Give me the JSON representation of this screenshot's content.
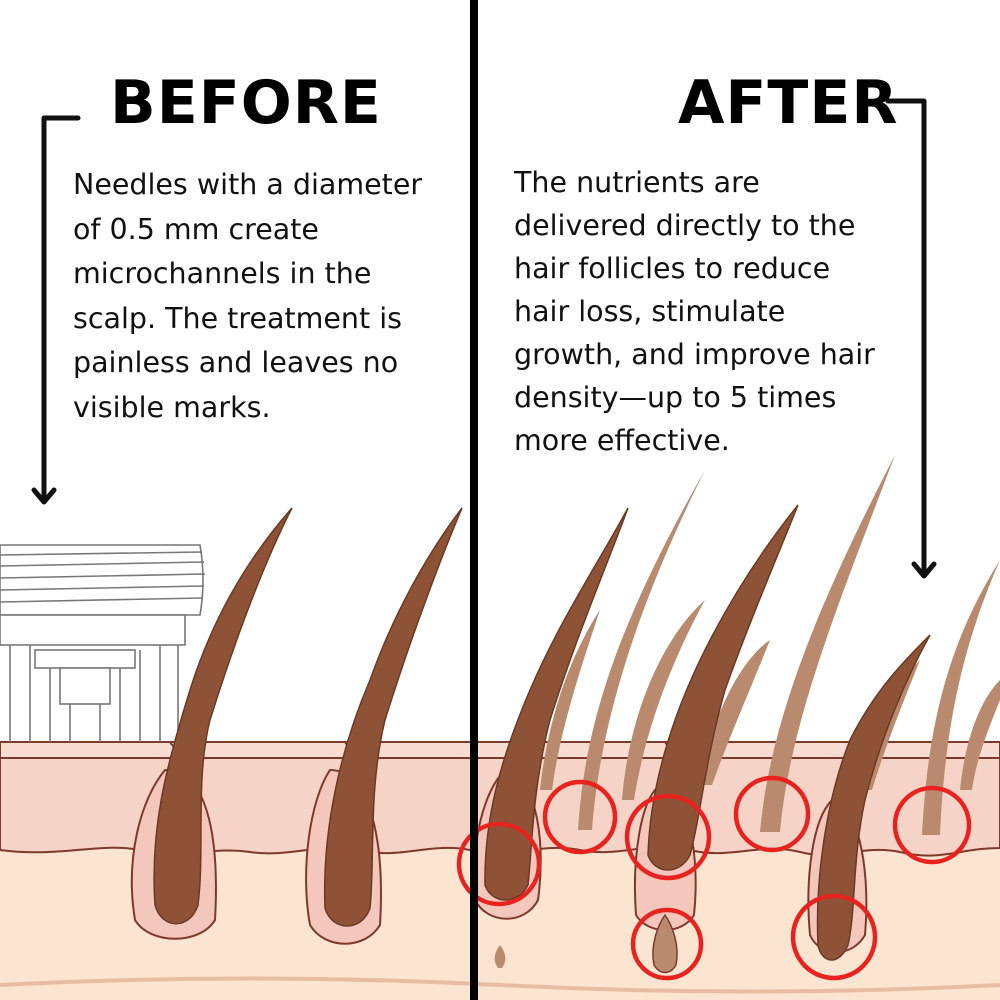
{
  "before": {
    "heading": "BEFORE",
    "lines": [
      "Needles with a diameter",
      "of 0.5 mm create",
      "microchannels in the",
      "scalp. The treatment is",
      "painless and leaves no",
      "visible marks."
    ]
  },
  "after": {
    "heading": "AFTER",
    "lines": [
      "The nutrients are",
      "delivered directly to the",
      "hair follicles to reduce",
      "hair loss, stimulate",
      "growth, and improve hair",
      "density—up to 5 times",
      "more effective."
    ]
  },
  "colors": {
    "skin_top": "#f6d3c7",
    "skin_mid": "#fbe4d0",
    "skin_outline": "#7d3a2b",
    "dark_hair": "#8e5236",
    "light_hair": "#b98a6d",
    "highlight_circle": "#e8231f",
    "divider": "#000000"
  }
}
